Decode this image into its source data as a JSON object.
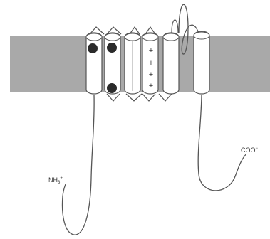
{
  "labels": {
    "n_terminus": {
      "base": "NH",
      "sub": "3",
      "sup": "+"
    },
    "c_terminus": {
      "base": "COO",
      "sup": "−"
    },
    "charges": [
      "+",
      "+",
      "+",
      "+"
    ]
  },
  "colors": {
    "membrane": "#a9a9a9",
    "helix_fill": "#ffffff",
    "stroke": "#555555",
    "dot": "#2b2b2b"
  }
}
